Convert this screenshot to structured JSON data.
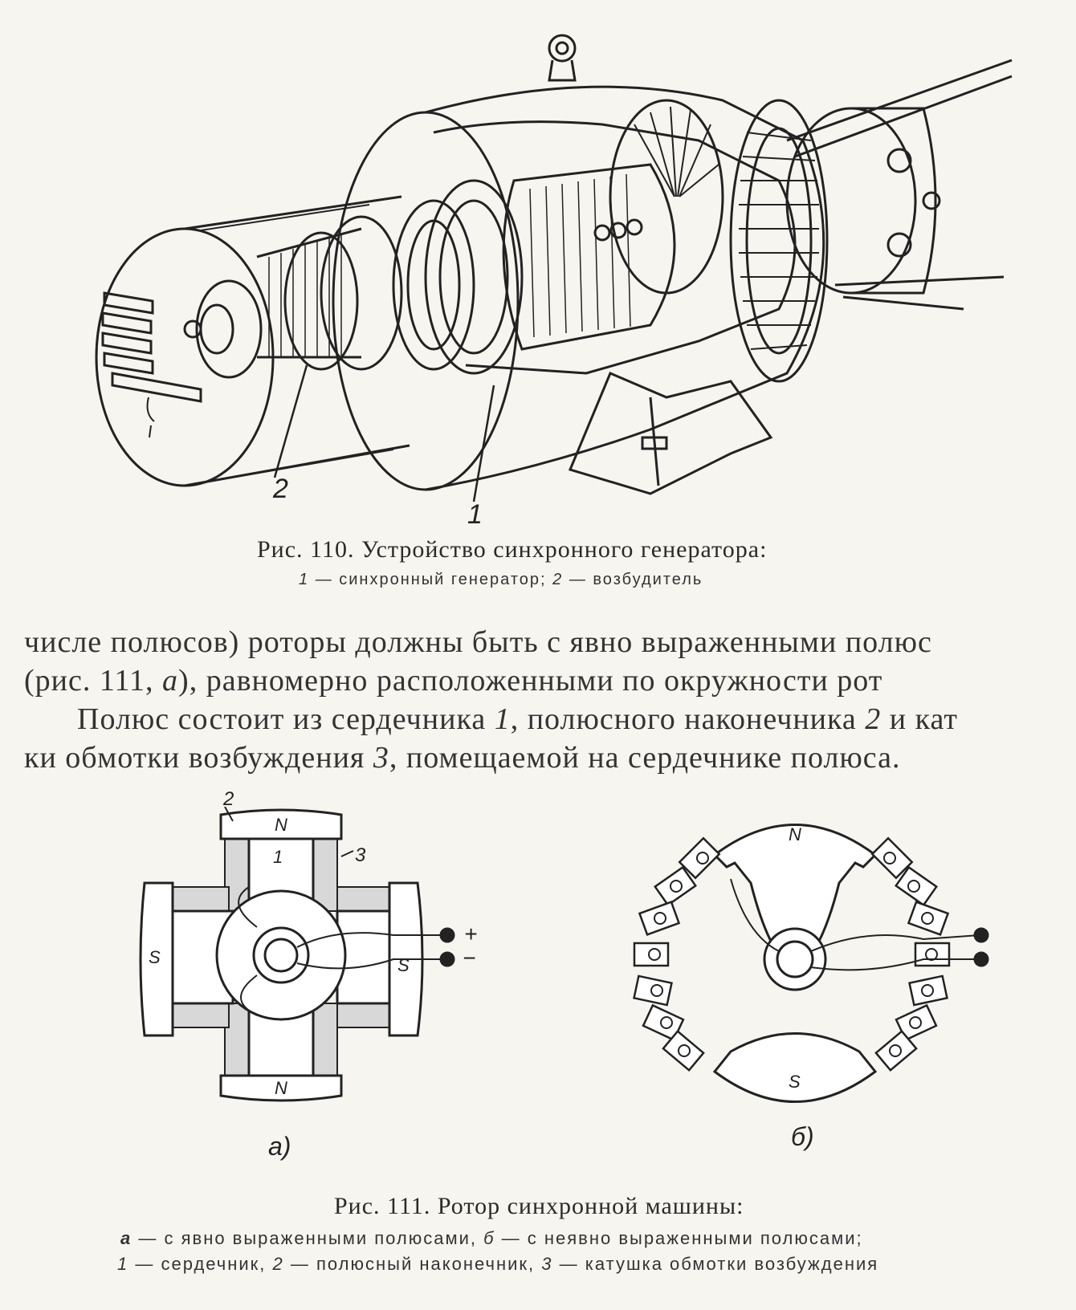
{
  "fig110": {
    "callout_1": "1",
    "callout_2": "2",
    "caption_title": "Рис. 110. Устройство синхронного генератора:",
    "legend": {
      "n1": "1",
      "t1": "— синхронный генератор;",
      "n2": "2",
      "t2": "— возбудитель"
    }
  },
  "body": {
    "line1": "числе полюсов)  роторы должны быть с явно выраженными полюс",
    "line2_pre": "(рис. 111, ",
    "line2_italic": "а",
    "line2_post": "),  равномерно  расположенными  по  окружности  рот",
    "line3_pre": "Полюс состоит из сердечника ",
    "line3_n1": "1",
    "line3_mid": ", полюсного наконечника ",
    "line3_n2": "2",
    "line3_post": " и кат",
    "line4_pre": "ки обмотки возбуждения ",
    "line4_n3": "3",
    "line4_post": ", помещаемой на сердечнике полюса."
  },
  "fig111": {
    "a": {
      "pole_top": "N",
      "pole_bottom": "N",
      "pole_left": "S",
      "pole_right": "S",
      "callout_1": "1",
      "callout_2": "2",
      "callout_3": "3",
      "plus": "+",
      "minus": "−",
      "sublabel": "а)"
    },
    "b": {
      "pole_top": "N",
      "pole_bottom": "S",
      "sublabel": "б)"
    },
    "caption_title": "Рис. 111. Ротор синхронной машины:",
    "legend_line1": {
      "a_key": "а",
      "a_text": " — с явно выраженными полюсами, ",
      "b_key": "б",
      "b_text": " — с неявно выраженными полюсами;"
    },
    "legend_line2": {
      "n1": "1",
      "t1": " — сердечник, ",
      "n2": "2",
      "t2": " — полюсный наконечник, ",
      "n3": "3",
      "t3": " — катушка обмотки возбуждения"
    }
  }
}
